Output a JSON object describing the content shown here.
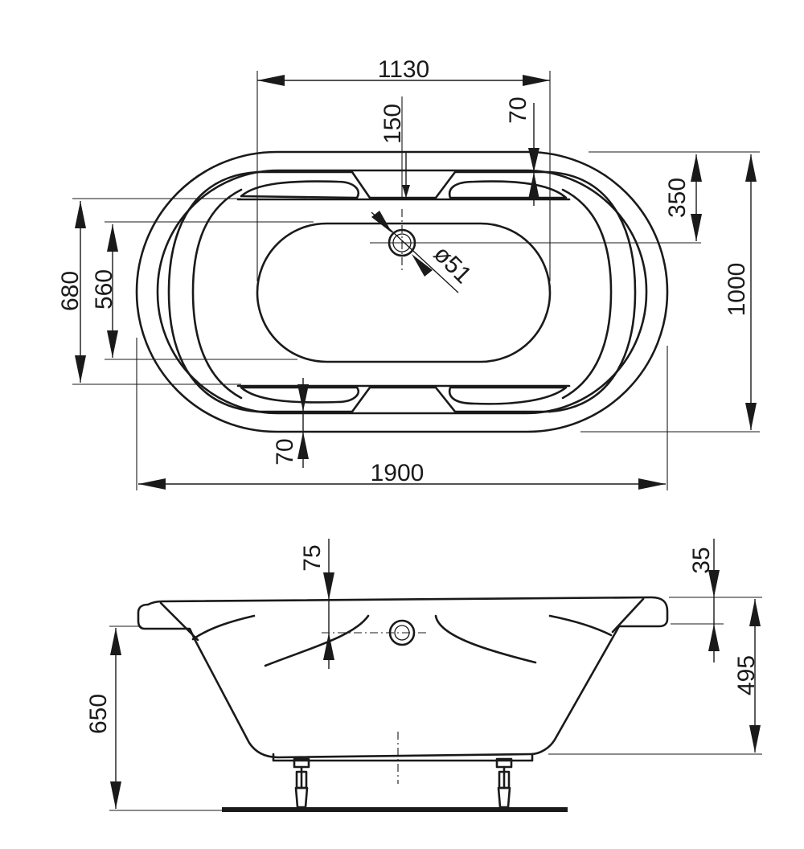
{
  "top_view": {
    "dimensions": {
      "inner_length": "1130",
      "seat_depth": "150",
      "end_offset_top": "70",
      "drain_offset": "350",
      "total_width": "1000",
      "basin_outer_width": "680",
      "basin_inner_width": "560",
      "drain_diameter": "ø51",
      "end_offset_bottom": "70",
      "total_length": "1900"
    }
  },
  "side_view": {
    "dimensions": {
      "overflow_offset": "75",
      "rim_thickness": "35",
      "inner_depth": "495",
      "total_height": "650"
    }
  }
}
